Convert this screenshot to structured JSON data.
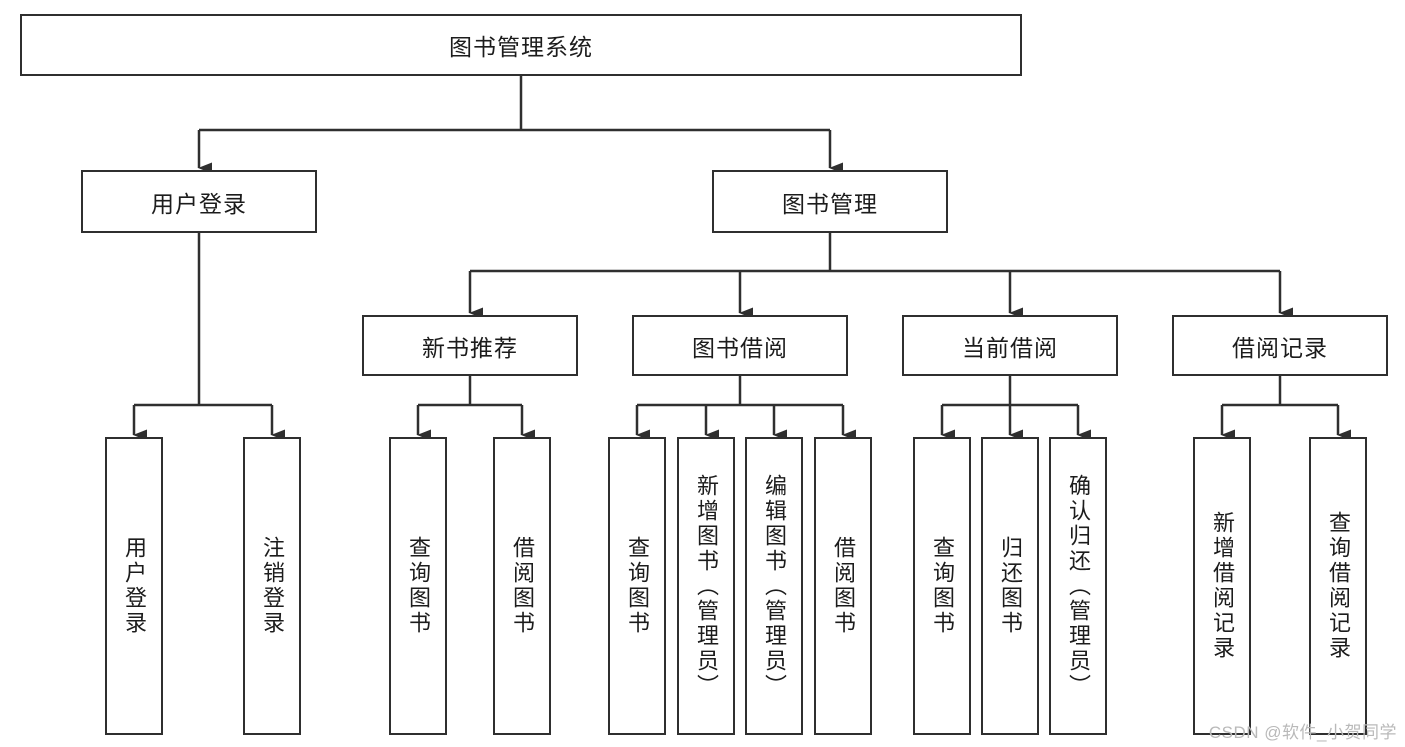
{
  "diagram": {
    "type": "tree",
    "title": "图书管理系统",
    "root": {
      "id": "root",
      "label": "图书管理系统"
    },
    "level2": [
      {
        "id": "user-login",
        "label": "用户登录"
      },
      {
        "id": "book-manage",
        "label": "图书管理"
      }
    ],
    "level3": [
      {
        "id": "new-book-rec",
        "label": "新书推荐"
      },
      {
        "id": "book-borrow",
        "label": "图书借阅"
      },
      {
        "id": "current-borrow",
        "label": "当前借阅"
      },
      {
        "id": "borrow-record",
        "label": "借阅记录"
      }
    ],
    "leaves": [
      {
        "id": "leaf-user-login",
        "label": "用户登录"
      },
      {
        "id": "leaf-logout",
        "label": "注销登录"
      },
      {
        "id": "leaf-query-book-1",
        "label": "查询图书"
      },
      {
        "id": "leaf-borrow-book-1",
        "label": "借阅图书"
      },
      {
        "id": "leaf-query-book-2",
        "label": "查询图书"
      },
      {
        "id": "leaf-add-book",
        "label": "新增图书（管理员）"
      },
      {
        "id": "leaf-edit-book",
        "label": "编辑图书（管理员）"
      },
      {
        "id": "leaf-borrow-book-2",
        "label": "借阅图书"
      },
      {
        "id": "leaf-query-book-3",
        "label": "查询图书"
      },
      {
        "id": "leaf-return-book",
        "label": "归还图书"
      },
      {
        "id": "leaf-confirm-return",
        "label": "确认归还（管理员）"
      },
      {
        "id": "leaf-add-record",
        "label": "新增借阅记录"
      },
      {
        "id": "leaf-query-record",
        "label": "查询借阅记录"
      }
    ],
    "edges": [
      {
        "from": "root",
        "to": "user-login"
      },
      {
        "from": "root",
        "to": "book-manage"
      },
      {
        "from": "user-login",
        "to": "leaf-user-login"
      },
      {
        "from": "user-login",
        "to": "leaf-logout"
      },
      {
        "from": "book-manage",
        "to": "new-book-rec"
      },
      {
        "from": "book-manage",
        "to": "book-borrow"
      },
      {
        "from": "book-manage",
        "to": "current-borrow"
      },
      {
        "from": "book-manage",
        "to": "borrow-record"
      },
      {
        "from": "new-book-rec",
        "to": "leaf-query-book-1"
      },
      {
        "from": "new-book-rec",
        "to": "leaf-borrow-book-1"
      },
      {
        "from": "book-borrow",
        "to": "leaf-query-book-2"
      },
      {
        "from": "book-borrow",
        "to": "leaf-add-book"
      },
      {
        "from": "book-borrow",
        "to": "leaf-edit-book"
      },
      {
        "from": "book-borrow",
        "to": "leaf-borrow-book-2"
      },
      {
        "from": "current-borrow",
        "to": "leaf-query-book-3"
      },
      {
        "from": "current-borrow",
        "to": "leaf-return-book"
      },
      {
        "from": "current-borrow",
        "to": "leaf-confirm-return"
      },
      {
        "from": "borrow-record",
        "to": "leaf-add-record"
      },
      {
        "from": "borrow-record",
        "to": "leaf-query-record"
      }
    ],
    "colors": {
      "stroke": "#2f2f2f",
      "fill": "#ffffff",
      "text": "#1c1c1c",
      "watermark": "#b9b9b9"
    }
  },
  "watermark": {
    "text": "CSDN @软件_小贺同学"
  }
}
